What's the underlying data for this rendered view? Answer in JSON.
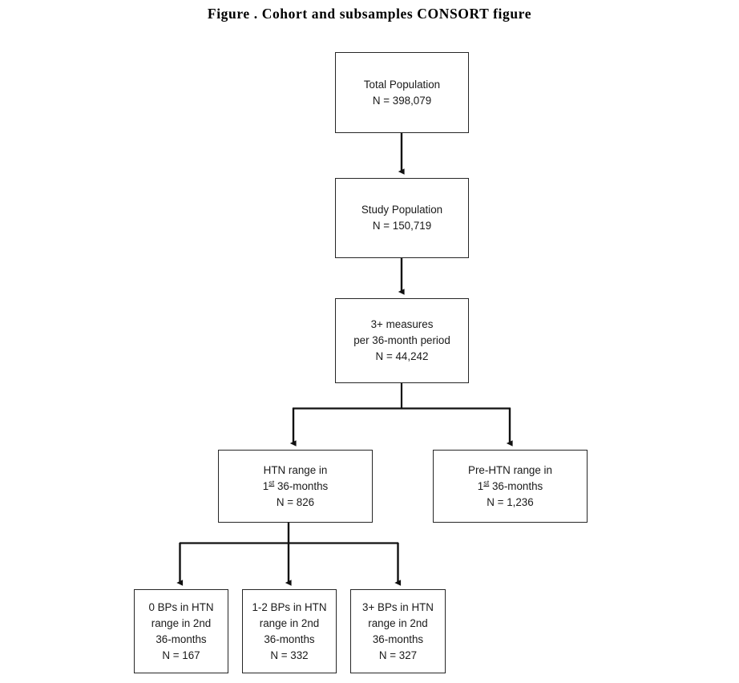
{
  "figure": {
    "title": "Figure . Cohort and subsamples CONSORT figure",
    "type": "consort-flow-diagram",
    "line_color": "#262626",
    "text_color": "#1a1a1a",
    "background_color": "#ffffff"
  },
  "nodes": {
    "total_population": {
      "label": "Total Population",
      "count_label": "N = 398,079",
      "text": "Total Population\nN = 398,079"
    },
    "study_population": {
      "label": "Study Population",
      "count_label": "N = 150,719",
      "text": "Study Population\nN = 150,719"
    },
    "three_plus_measures": {
      "line1": "3+ measures",
      "line2": "per 36-month period",
      "count_label": "N = 44,242",
      "text": "3+ measures\nper 36-month period\nN = 44,242"
    },
    "htn_range_first": {
      "line1": "HTN range in",
      "line2_prefix": "1",
      "line2_sup": "st",
      "line2_suffix": " 36-months",
      "count_label": "N = 826"
    },
    "pre_htn_range_first": {
      "line1": "Pre-HTN range in",
      "line2_prefix": "1",
      "line2_sup": "st",
      "line2_suffix": " 36-months",
      "count_label": "N = 1,236"
    },
    "zero_bps": {
      "line1": "0 BPs in HTN",
      "line2": "range in 2nd",
      "line3": "36-months",
      "count_label": "N = 167",
      "text": "0 BPs in HTN\nrange in 2nd\n36-months\nN = 167"
    },
    "one_two_bps": {
      "line1": "1-2 BPs in HTN",
      "line2": "range in 2nd",
      "line3": "36-months",
      "count_label": "N = 332",
      "text": "1-2 BPs in HTN\nrange in 2nd\n36-months\nN = 332"
    },
    "three_plus_bps": {
      "line1": "3+ BPs in HTN",
      "line2": "range in 2nd",
      "line3": "36-months",
      "count_label": "N = 327",
      "text": "3+ BPs in HTN\nrange in 2nd\n36-months\nN = 327"
    }
  },
  "chart_data": {
    "type": "diagram",
    "title": "Figure . Cohort and subsamples CONSORT figure",
    "levels": [
      {
        "level": 1,
        "nodes": [
          {
            "id": "total_population",
            "label": "Total Population",
            "n": 398079
          }
        ]
      },
      {
        "level": 2,
        "nodes": [
          {
            "id": "study_population",
            "label": "Study Population",
            "n": 150719
          }
        ]
      },
      {
        "level": 3,
        "nodes": [
          {
            "id": "three_plus_measures",
            "label": "3+ measures per 36-month period",
            "n": 44242
          }
        ]
      },
      {
        "level": 4,
        "nodes": [
          {
            "id": "htn_range_first",
            "label": "HTN range in 1st 36-months",
            "n": 826
          },
          {
            "id": "pre_htn_range_first",
            "label": "Pre-HTN range in 1st 36-months",
            "n": 1236
          }
        ]
      },
      {
        "level": 5,
        "nodes": [
          {
            "id": "zero_bps",
            "label": "0 BPs in HTN range in 2nd 36-months",
            "n": 167
          },
          {
            "id": "one_two_bps",
            "label": "1-2 BPs in HTN range in 2nd 36-months",
            "n": 332
          },
          {
            "id": "three_plus_bps",
            "label": "3+ BPs in HTN range in 2nd 36-months",
            "n": 327
          }
        ]
      }
    ],
    "edges": [
      {
        "from": "total_population",
        "to": "study_population"
      },
      {
        "from": "study_population",
        "to": "three_plus_measures"
      },
      {
        "from": "three_plus_measures",
        "to": "htn_range_first"
      },
      {
        "from": "three_plus_measures",
        "to": "pre_htn_range_first"
      },
      {
        "from": "htn_range_first",
        "to": "zero_bps"
      },
      {
        "from": "htn_range_first",
        "to": "one_two_bps"
      },
      {
        "from": "htn_range_first",
        "to": "three_plus_bps"
      }
    ]
  }
}
